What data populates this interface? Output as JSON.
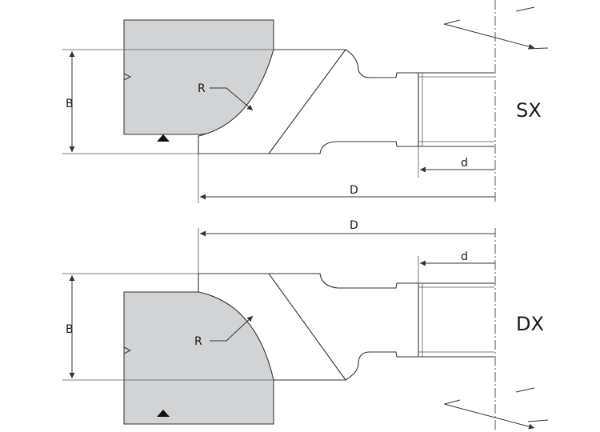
{
  "diagram": {
    "top": {
      "hand_label": "SX",
      "labels": {
        "B": "B",
        "R": "R",
        "D": "D",
        "d": "d"
      }
    },
    "bottom": {
      "hand_label": "DX",
      "labels": {
        "B": "B",
        "R": "R",
        "D": "D",
        "d": "d"
      }
    },
    "colors": {
      "workpiece_fill": "#d2d3d5",
      "line": "#333333",
      "thin_line": "#555555"
    }
  }
}
